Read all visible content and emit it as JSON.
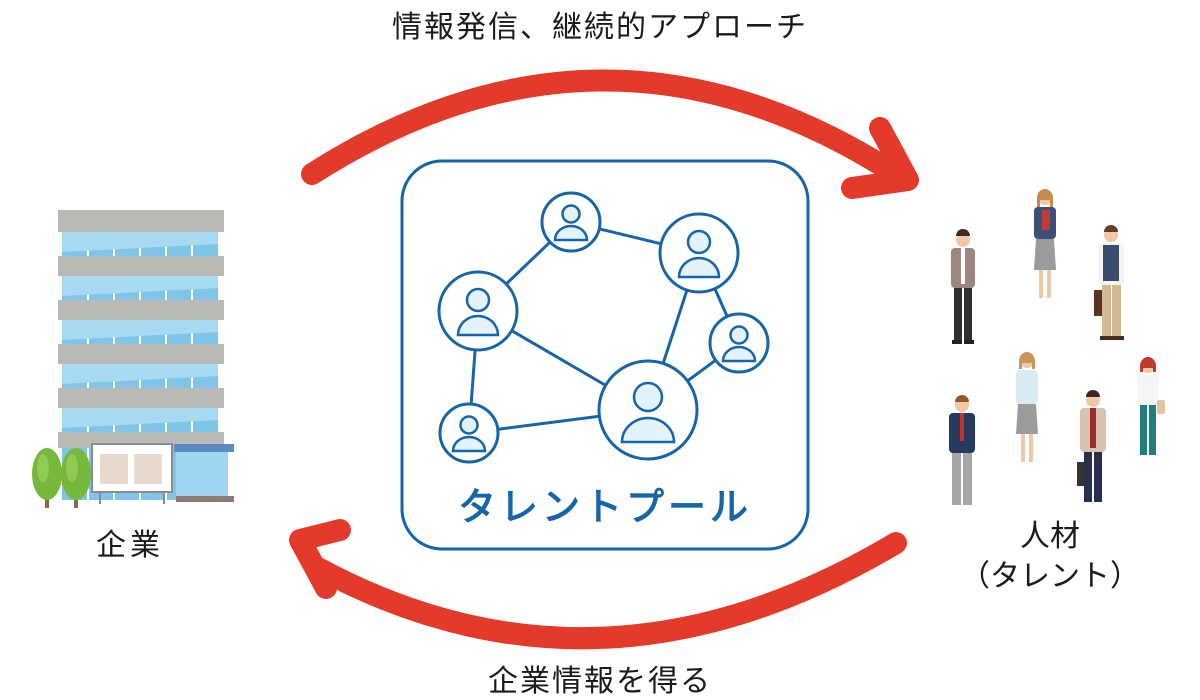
{
  "top_arrow_label": "情報発信、継続的アプローチ",
  "bottom_arrow_label": "企業情報を得る",
  "company": {
    "label": "企業",
    "icon": "office-building-icon"
  },
  "talent_pool": {
    "title": "タレントプール",
    "icon": "network-of-people-icon"
  },
  "talent": {
    "label_line1": "人材",
    "label_line2": "（タレント）",
    "icon": "group-of-people-icon"
  },
  "colors": {
    "arrow": "#e33a2b",
    "pool_blue": "#1565a8",
    "pool_fill": "#e4f2fa"
  }
}
